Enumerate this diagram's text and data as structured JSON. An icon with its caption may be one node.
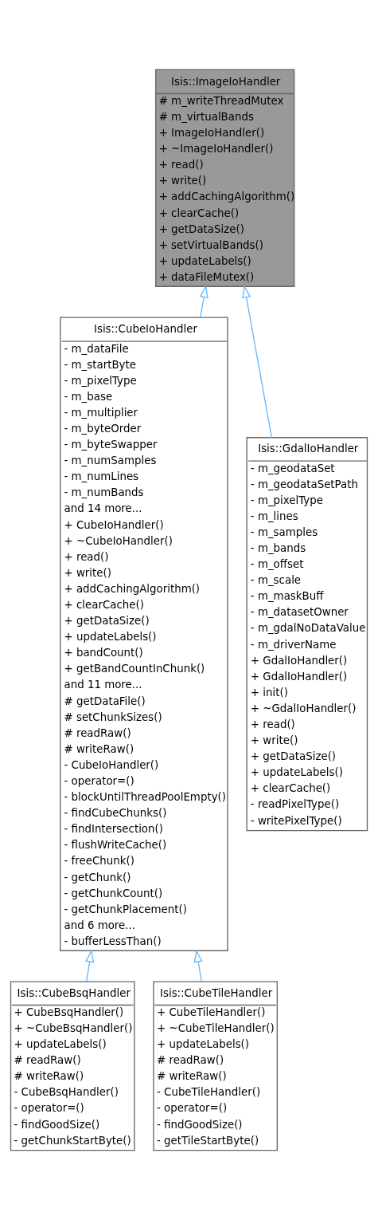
{
  "diagram": {
    "nodes": [
      {
        "text": [
          "Isis::ImageIoHandler",
          "# m_writeThreadMutex",
          "# m_virtualBands",
          "+ ImageIoHandler()",
          "+ ~ImageIoHandler()",
          "+ read()",
          "+ write()",
          "+ addCachingAlgorithm()",
          "+ clearCache()",
          "+ getDataSize()",
          "+ setVirtualBands()",
          "+ updateLabels()",
          "+ dataFileMutex()"
        ]
      },
      {
        "text": [
          "Isis::CubeIoHandler",
          "- m_dataFile",
          "- m_startByte",
          "- m_pixelType",
          "- m_base",
          "- m_multiplier",
          "- m_byteOrder",
          "- m_byteSwapper",
          "- m_numSamples",
          "- m_numLines",
          "- m_numBands",
          "and 14 more...",
          "+ CubeIoHandler()",
          "+ ~CubeIoHandler()",
          "+ read()",
          "+ write()",
          "+ addCachingAlgorithm()",
          "+ clearCache()",
          "+ getDataSize()",
          "+ updateLabels()",
          "+ bandCount()",
          "+ getBandCountInChunk()",
          "and 11 more...",
          "# getDataFile()",
          "# setChunkSizes()",
          "# readRaw()",
          "# writeRaw()",
          "- CubeIoHandler()",
          "- operator=()",
          "- blockUntilThreadPoolEmpty()",
          "- findCubeChunks()",
          "- findIntersection()",
          "- flushWriteCache()",
          "- freeChunk()",
          "- getChunk()",
          "- getChunkCount()",
          "- getChunkPlacement()",
          "and 6 more...",
          "- bufferLessThan()"
        ]
      },
      {
        "text": [
          "Isis::GdalIoHandler",
          "- m_geodataSet",
          "- m_geodataSetPath",
          "- m_pixelType",
          "- m_lines",
          "- m_samples",
          "- m_bands",
          "- m_offset",
          "- m_scale",
          "- m_maskBuff",
          "- m_datasetOwner",
          "- m_gdalNoDataValue",
          "- m_driverName",
          "+ GdalIoHandler()",
          "+ GdalIoHandler()",
          "+ init()",
          "+ ~GdalIoHandler()",
          "+ read()",
          "+ write()",
          "+ getDataSize()",
          "+ updateLabels()",
          "+ clearCache()",
          "- readPixelType()",
          "- writePixelType()"
        ]
      },
      {
        "text": [
          "Isis::CubeBsqHandler",
          "+ CubeBsqHandler()",
          "+ ~CubeBsqHandler()",
          "+ updateLabels()",
          "# readRaw()",
          "# writeRaw()",
          "- CubeBsqHandler()",
          "- operator=()",
          "- findGoodSize()",
          "- getChunkStartByte()"
        ]
      },
      {
        "text": [
          "Isis::CubeTileHandler",
          "+ CubeTileHandler()",
          "+ ~CubeTileHandler()",
          "+ updateLabels()",
          "# readRaw()",
          "# writeRaw()",
          "- CubeTileHandler()",
          "- operator=()",
          "- findGoodSize()",
          "- getTileStartByte()"
        ]
      }
    ],
    "edges": [
      {
        "from": 1,
        "to": 0,
        "arrow": "to"
      },
      {
        "from": 2,
        "to": 0,
        "arrow": "to"
      },
      {
        "from": 3,
        "to": 1,
        "arrow": "to"
      },
      {
        "from": 4,
        "to": 1,
        "arrow": "to"
      }
    ]
  }
}
